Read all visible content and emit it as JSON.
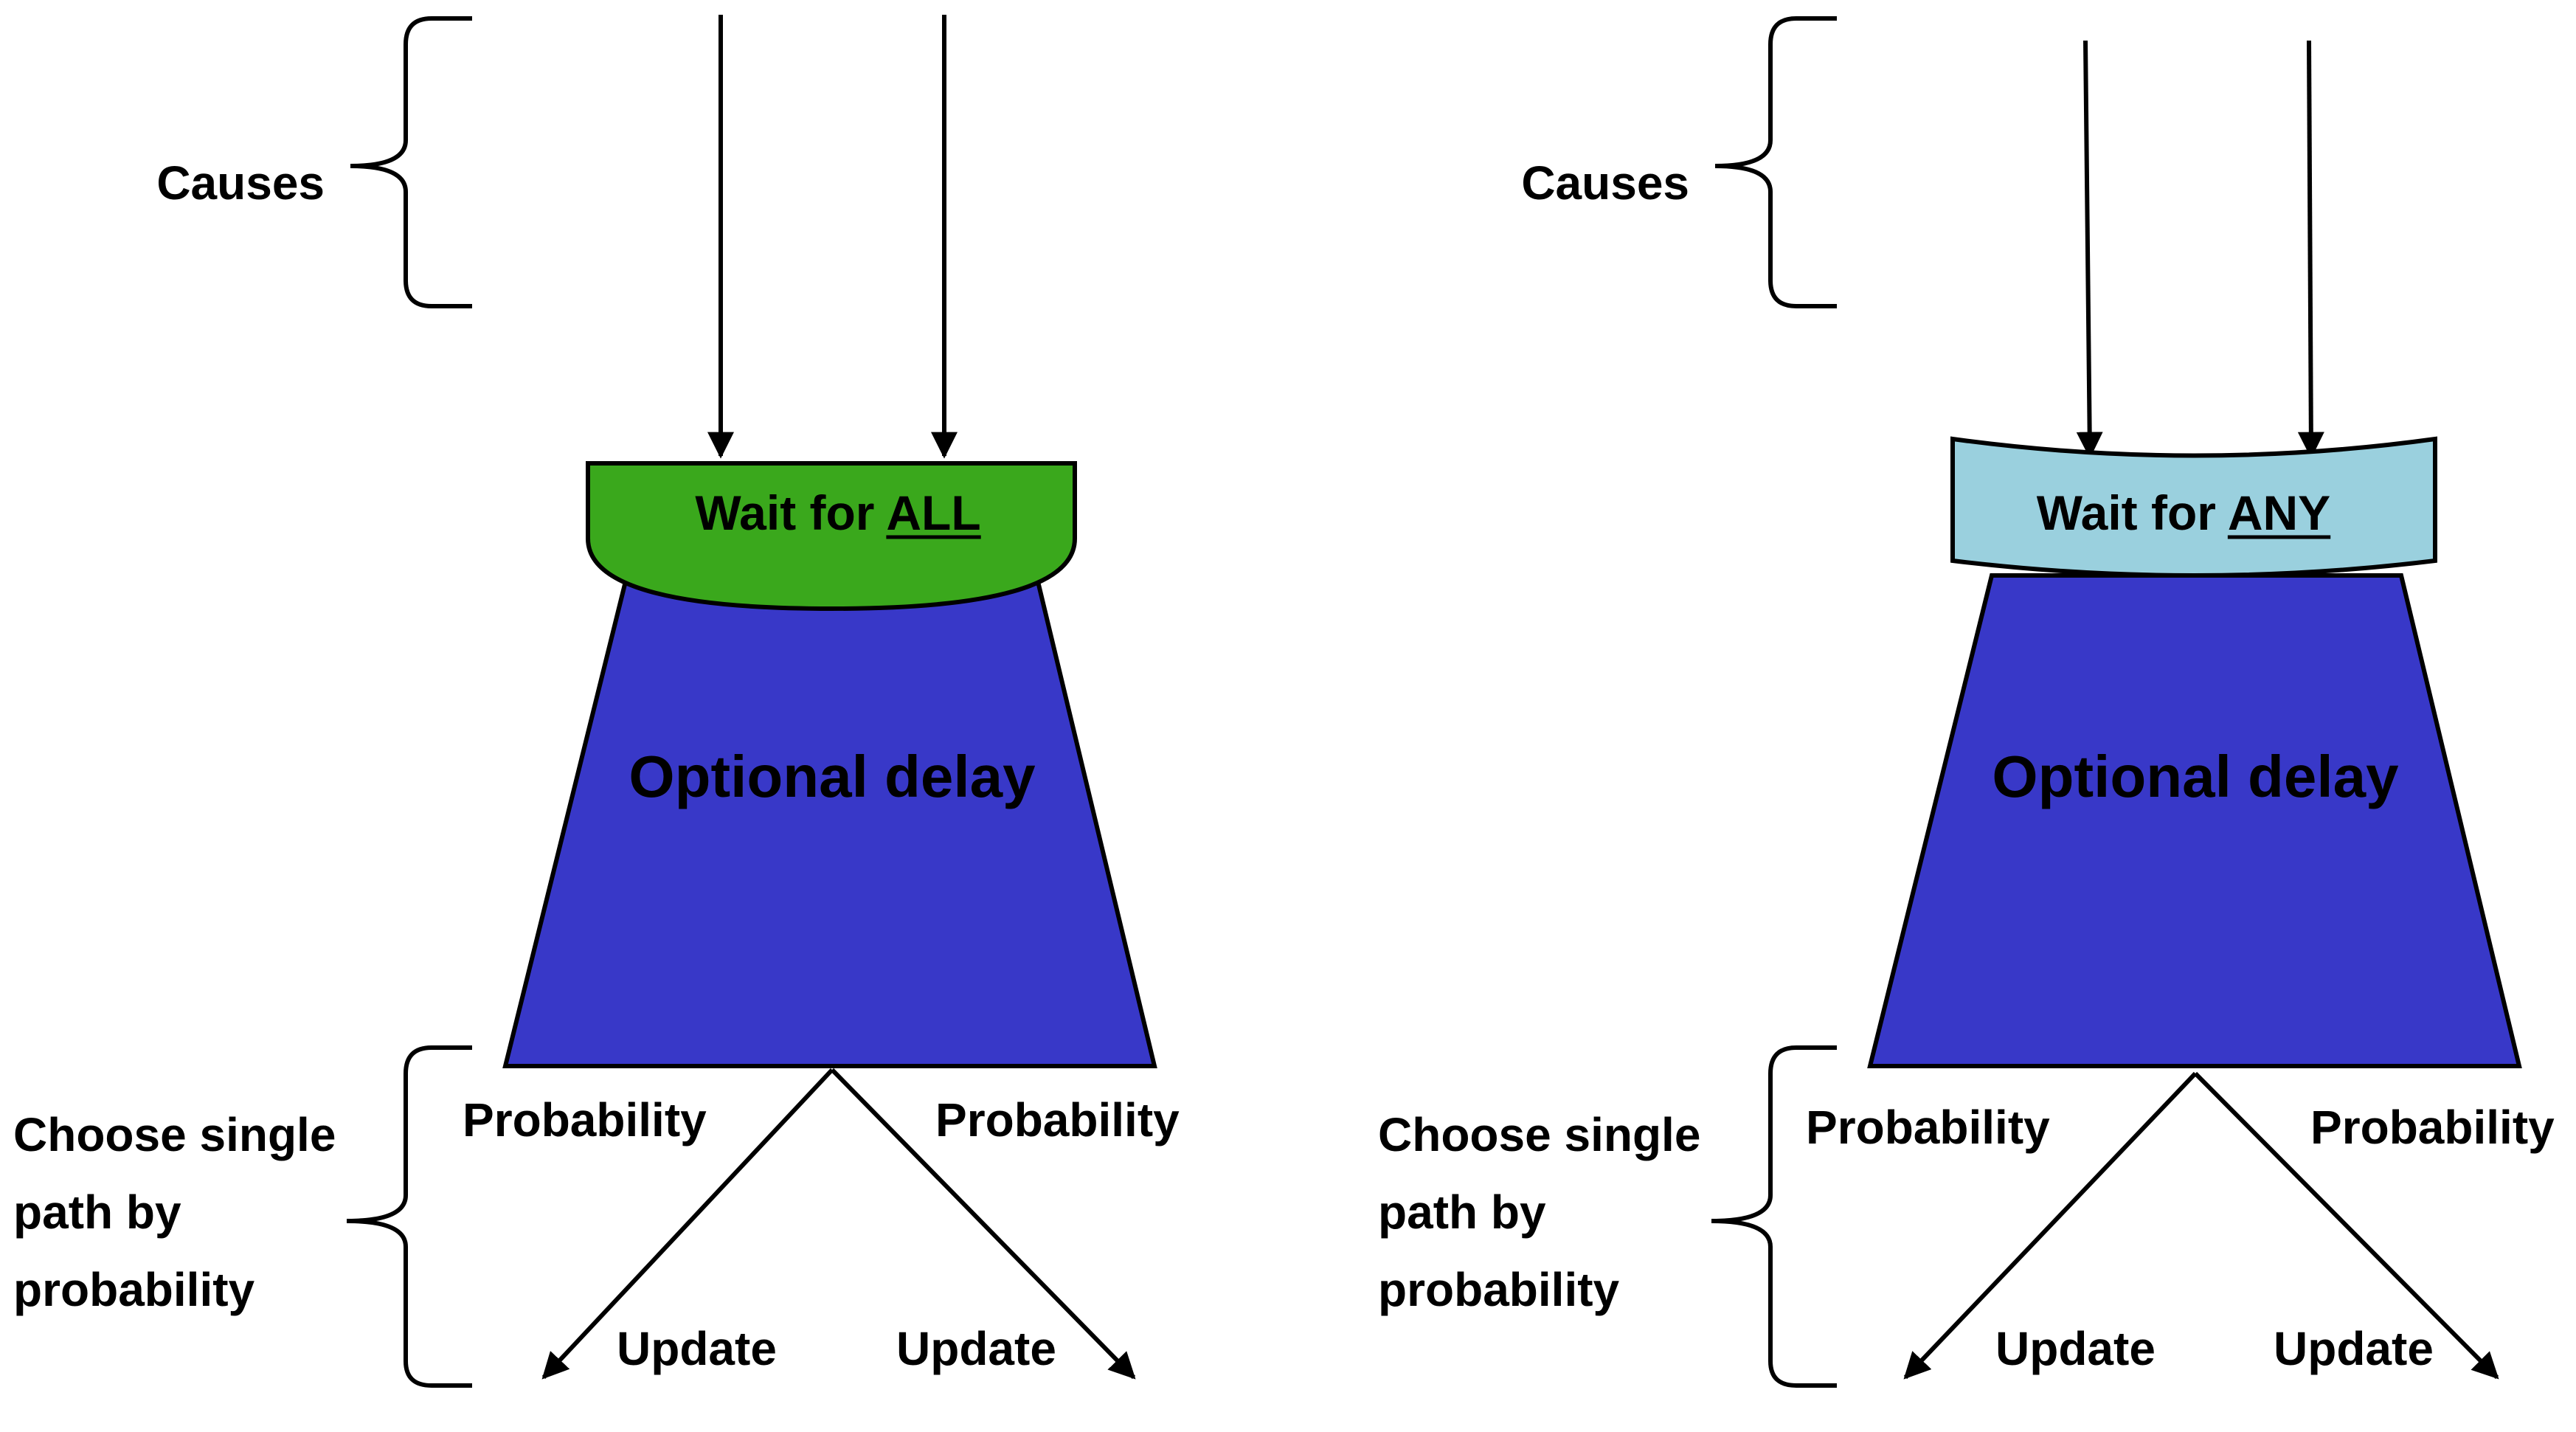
{
  "colors": {
    "all_gate_fill": "#3aa81c",
    "any_gate_fill": "#9ad0de",
    "delay_fill": "#3838c8",
    "stroke": "#000000"
  },
  "left_panel": {
    "causes_label": "Causes",
    "gate_prefix": "Wait for ",
    "gate_keyword": "ALL",
    "delay_label": "Optional delay",
    "choose_lines": [
      "Choose single",
      "path by",
      "probability"
    ],
    "prob_left": "Probability",
    "prob_right": "Probability",
    "update_left": "Update",
    "update_right": "Update"
  },
  "right_panel": {
    "causes_label": "Causes",
    "gate_prefix": "Wait for ",
    "gate_keyword": "ANY",
    "delay_label": "Optional delay",
    "choose_lines": [
      "Choose single",
      "path by",
      "probability"
    ],
    "prob_left": "Probability",
    "prob_right": "Probability",
    "update_left": "Update",
    "update_right": "Update"
  }
}
